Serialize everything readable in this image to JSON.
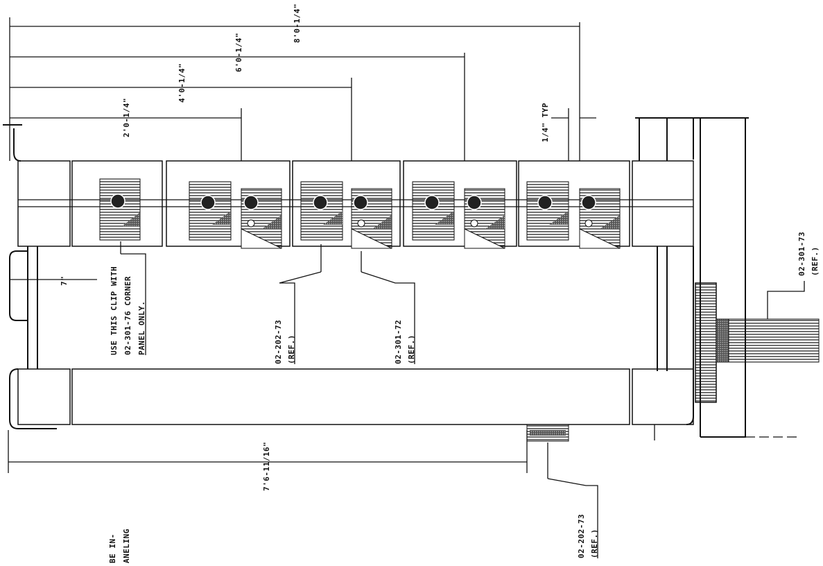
{
  "dimensions": {
    "d_8ft": "8'0-1/4\"",
    "d_6ft": "6'0-1/4\"",
    "d_4ft": "4'0-1/4\"",
    "d_2ft": "2'0-1/4\"",
    "d_typ": "1/4\" TYP",
    "d_7in": "7\"",
    "d_7ft6": "7'6-11/16\""
  },
  "notes": {
    "clip_note_line1": "USE THIS CLIP WITH",
    "clip_note_line2": "02-301-76 CORNER",
    "clip_note_line3": "PANEL ONLY.",
    "partial_line1": "BE IN-",
    "partial_line2": "ANELING"
  },
  "callouts": {
    "ref_a_part": "02-202-73",
    "ref_a_ref": "(REF.)",
    "ref_b_part": "02-301-72",
    "ref_b_ref": "(REF.)",
    "ref_c_part": "02-301-73",
    "ref_c_ref": "(REF.)",
    "ref_d_part": "02-202-73",
    "ref_d_ref": "(REF.)"
  }
}
